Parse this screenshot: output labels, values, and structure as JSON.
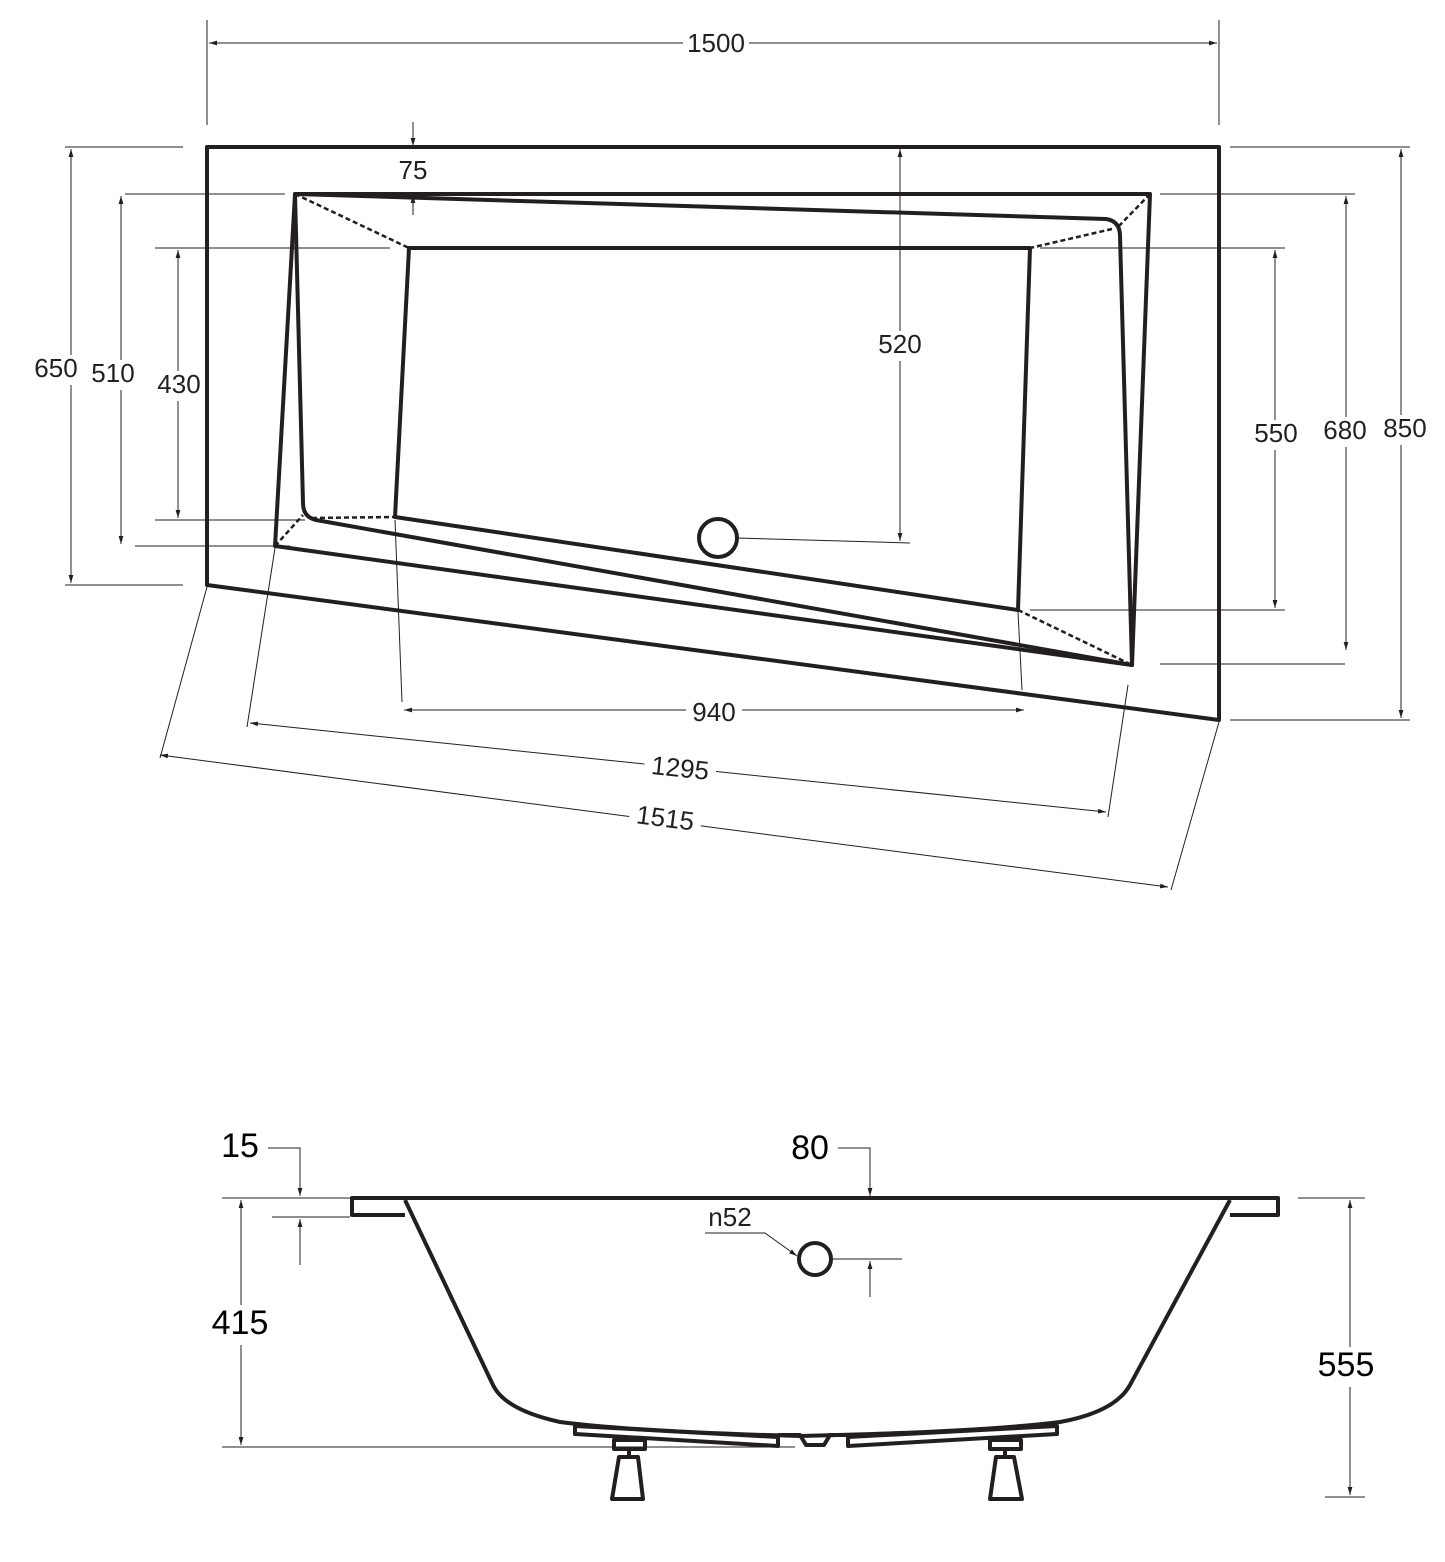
{
  "top_view": {
    "dims": {
      "overall_width": "1500",
      "rim_offset": "75",
      "left_outer": "650",
      "left_rim": "510",
      "left_floor": "430",
      "drain_depth": "520",
      "right_floor": "550",
      "right_rim": "680",
      "right_outer": "850",
      "floor_length": "940",
      "rim_length": "1295",
      "outer_length": "1515"
    }
  },
  "side_view": {
    "dims": {
      "rim_thickness": "15",
      "overflow_offset": "80",
      "overflow_diameter": "n52",
      "inner_depth": "415",
      "total_height": "555"
    }
  },
  "colors": {
    "line": "#231f20",
    "background": "#ffffff"
  }
}
